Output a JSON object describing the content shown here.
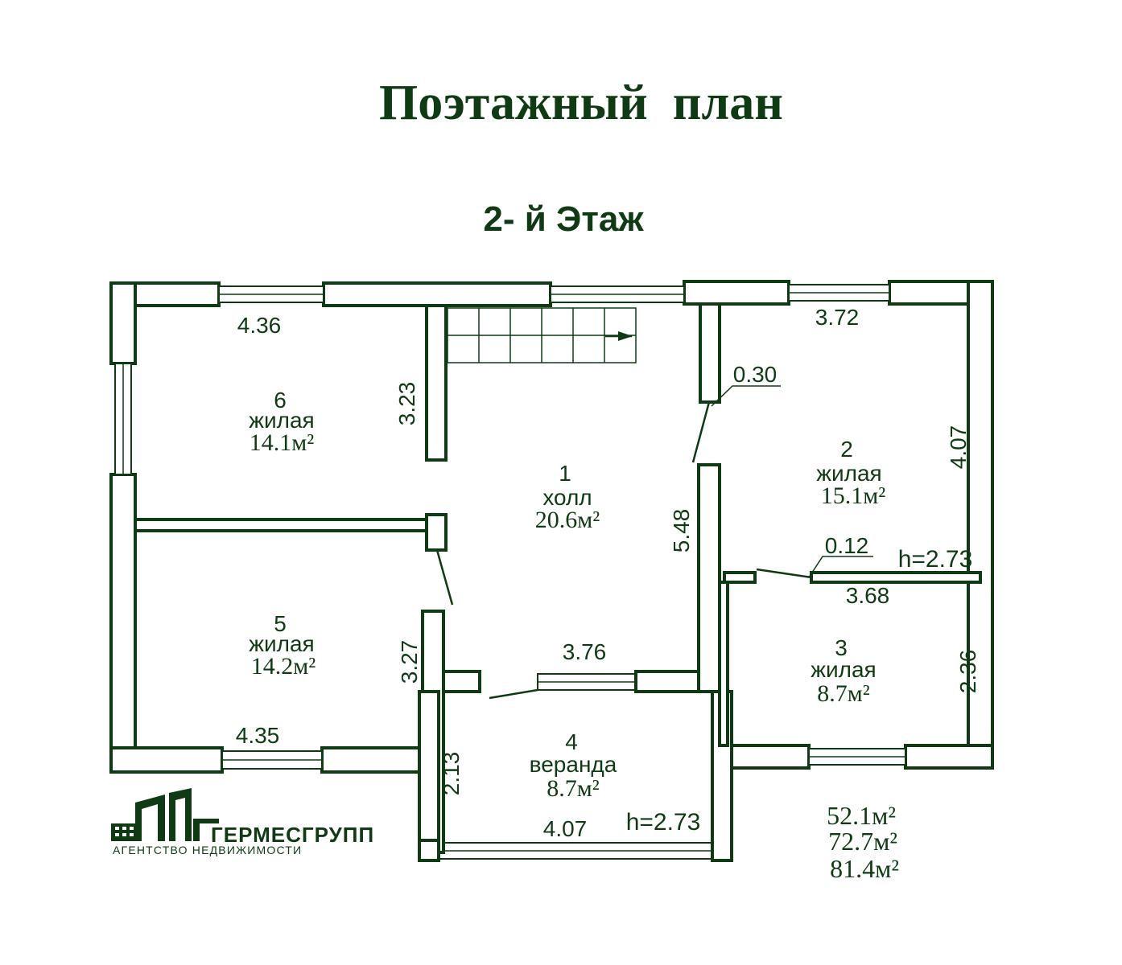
{
  "title": "Поэтажный  план",
  "floor": "2- й Этаж",
  "rooms": [
    {
      "number": "1",
      "name": "холл",
      "area": "20.6м²"
    },
    {
      "number": "2",
      "name": "жилая",
      "area": "15.1м²"
    },
    {
      "number": "3",
      "name": "жилая",
      "area": "8.7м²"
    },
    {
      "number": "4",
      "name": "веранда",
      "area": "8.7м²"
    },
    {
      "number": "5",
      "name": "жилая",
      "area": "14.2м²"
    },
    {
      "number": "6",
      "name": "жилая",
      "area": "14.1м²"
    }
  ],
  "dimensions": {
    "room6_width": "4.36",
    "room6_depth": "3.23",
    "room2_width": "3.72",
    "room2_depth": "4.07",
    "wall_030": "0.30",
    "hall_depth": "5.48",
    "wall_012": "0.12",
    "height_main": "h=2.73",
    "room3_width": "3.68",
    "room3_depth": "2.36",
    "hall_width": "3.76",
    "room5_depth": "3.27",
    "room5_width": "4.35",
    "veranda_depth": "2.13",
    "veranda_width": "4.07",
    "height_veranda": "h=2.73"
  },
  "totals": [
    "52.1м²",
    "72.7м²",
    "81.4м²"
  ],
  "logo": {
    "name": "ГЕРМЕСГРУПП",
    "tagline": "АГЕНТСТВО НЕДВИЖИМОСТИ"
  },
  "colors": {
    "ink": "#0f3a14",
    "background": "#ffffff"
  }
}
